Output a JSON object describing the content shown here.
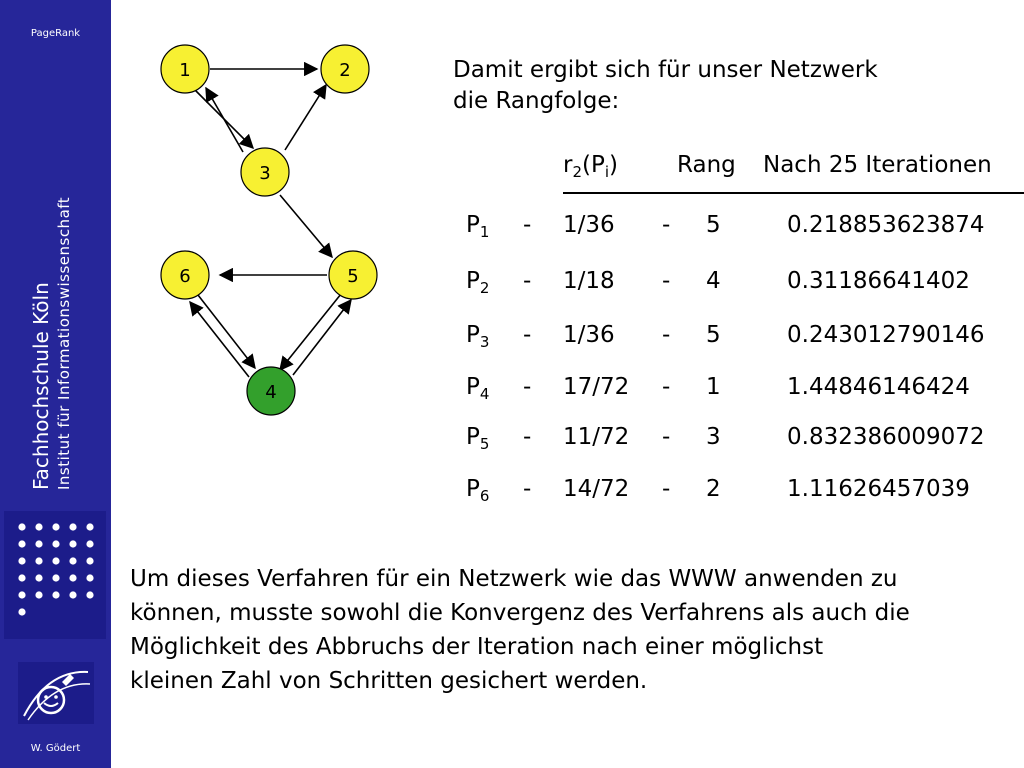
{
  "sidebar": {
    "topic": "PageRank",
    "school": "Fachhochschule Köln",
    "institute": "Institut für Informationswissenschaft",
    "author": "W. Gödert",
    "logo_icon": "smiley-logo-icon"
  },
  "graph": {
    "nodes": [
      {
        "id": "1",
        "label": "1",
        "color": "#f7f032"
      },
      {
        "id": "2",
        "label": "2",
        "color": "#f7f032"
      },
      {
        "id": "3",
        "label": "3",
        "color": "#f7f032"
      },
      {
        "id": "4",
        "label": "4",
        "color": "#33a02c"
      },
      {
        "id": "5",
        "label": "5",
        "color": "#f7f032"
      },
      {
        "id": "6",
        "label": "6",
        "color": "#f7f032"
      }
    ],
    "edges": [
      [
        "1",
        "2"
      ],
      [
        "1",
        "3"
      ],
      [
        "3",
        "1"
      ],
      [
        "3",
        "2"
      ],
      [
        "3",
        "5"
      ],
      [
        "5",
        "6"
      ],
      [
        "6",
        "4"
      ],
      [
        "4",
        "6"
      ],
      [
        "4",
        "5"
      ],
      [
        "5",
        "4"
      ]
    ]
  },
  "heading": {
    "line1": "Damit ergibt sich für unser Netzwerk",
    "line2": "die Rangfolge:"
  },
  "table": {
    "headers": {
      "r2_base": "r",
      "r2_sub": "2",
      "r2_mid": "(P",
      "r2_sub2": "i",
      "r2_end": ")",
      "rank": "Rang",
      "iterations": "Nach 25 Iterationen"
    },
    "dash": "-",
    "rows": [
      {
        "p": "P",
        "sub": "1",
        "r2": "1/36",
        "rank": "5",
        "iter": "0.218853623874"
      },
      {
        "p": "P",
        "sub": "2",
        "r2": "1/18",
        "rank": "4",
        "iter": "0.31186641402"
      },
      {
        "p": "P",
        "sub": "3",
        "r2": "1/36",
        "rank": "5",
        "iter": "0.243012790146"
      },
      {
        "p": "P",
        "sub": "4",
        "r2": "17/72",
        "rank": "1",
        "iter": "1.44846146424"
      },
      {
        "p": "P",
        "sub": "5",
        "r2": "11/72",
        "rank": "3",
        "iter": "0.832386009072"
      },
      {
        "p": "P",
        "sub": "6",
        "r2": "14/72",
        "rank": "2",
        "iter": "1.11626457039"
      }
    ]
  },
  "paragraph": {
    "lines": [
      "Um dieses Verfahren für ein Netzwerk wie das WWW anwenden zu",
      "können, musste sowohl die Konvergenz des Verfahrens als auch die",
      "Möglichkeit des Abbruchs der Iteration nach einer möglichst",
      "kleinen Zahl von Schritten gesichert werden."
    ]
  }
}
